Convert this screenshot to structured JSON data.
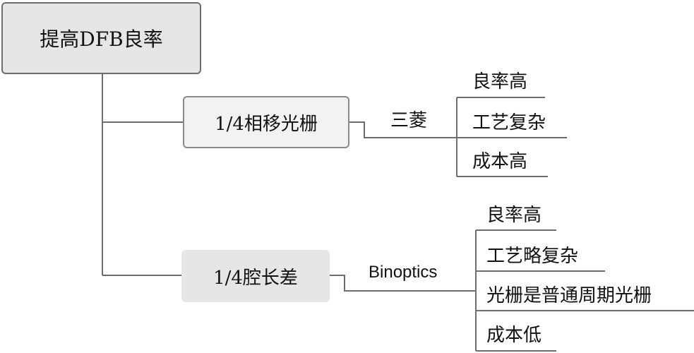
{
  "root": {
    "label": "提高DFB良率"
  },
  "branches": [
    {
      "label": "1/4相移光栅",
      "source": "三菱",
      "leaves": [
        "良率高",
        "工艺复杂",
        "成本高"
      ]
    },
    {
      "label": "1/4腔长差",
      "source": "Binoptics",
      "leaves": [
        "良率高",
        "工艺略复杂",
        "光栅是普通周期光栅",
        "成本低"
      ]
    }
  ]
}
